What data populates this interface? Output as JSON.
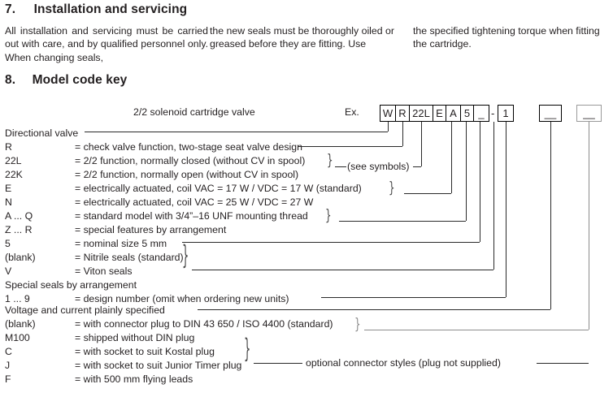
{
  "document": {
    "section7": {
      "number": "7.",
      "title": "Installation and servicing",
      "columns": [
        "All installation and servicing  must be carried out with care, and by qualified personnel only. When changing seals,",
        "the new seals must be thoroughly oiled or greased before they are fitting. Use",
        "the specified tightening torque when fitting the cartridge."
      ]
    },
    "section8": {
      "number": "8.",
      "title": "Model code key",
      "product_label": "2/2 solenoid cartridge valve",
      "example_label": "Ex.",
      "code_boxes": [
        {
          "value": "W",
          "style": "black"
        },
        {
          "value": "R",
          "style": "black"
        },
        {
          "value": "22L",
          "style": "black"
        },
        {
          "value": "E",
          "style": "black"
        },
        {
          "value": "A",
          "style": "black"
        },
        {
          "value": "5",
          "style": "black"
        },
        {
          "value": "_",
          "style": "black"
        },
        {
          "value": "1",
          "style": "black"
        },
        {
          "value": "__",
          "style": "black"
        },
        {
          "value": "__",
          "style": "gray"
        }
      ],
      "separator": "-",
      "rows": [
        {
          "code": "Directional valve",
          "desc": "",
          "full": true
        },
        {
          "code": "R",
          "desc": "= check valve function, two-stage seat valve design"
        },
        {
          "code": "22L",
          "desc": "= 2/2 function, normally closed (without CV in spool)"
        },
        {
          "code": "22K",
          "desc": "= 2/2 function, normally open   (without CV in spool)"
        },
        {
          "code": "E",
          "desc": "= electrically actuated, coil VAC = 17 W  /  VDC = 17 W (standard)"
        },
        {
          "code": "N",
          "desc": "= electrically actuated, coil VAC = 25 W  /  VDC = 27 W"
        },
        {
          "code": "A ... Q",
          "desc": "= standard model with 3/4”–16 UNF mounting thread"
        },
        {
          "code": "Z ... R",
          "desc": "= special features by arrangement"
        },
        {
          "code": "5",
          "desc": "= nominal size 5 mm"
        },
        {
          "code": "(blank)",
          "desc": "= Nitrile seals (standard)"
        },
        {
          "code": "V",
          "desc": "= Viton seals"
        },
        {
          "code": "Special seals by arrangement",
          "desc": "",
          "full": true
        },
        {
          "code": "1 ... 9",
          "desc": "= design number (omit when ordering new units)"
        },
        {
          "code": "Voltage and current plainly specified",
          "desc": "",
          "full": true
        },
        {
          "code": "(blank)",
          "desc": "= with connector plug to DIN 43 650 / ISO 4400 (standard)"
        },
        {
          "code": "M100",
          "desc": "= shipped without DIN plug"
        },
        {
          "code": "C",
          "desc": "= with socket to suit Kostal plug"
        },
        {
          "code": "J",
          "desc": "= with socket to suit Junior Timer plug"
        },
        {
          "code": "F",
          "desc": "= with 500 mm flying leads"
        }
      ],
      "annotations": {
        "see_symbols": "(see symbols)",
        "optional_connector": "optional connector styles (plug not supplied)"
      },
      "brace_glyph": "}"
    }
  },
  "colors": {
    "text": "#231f20",
    "line": "#2a2a2a",
    "line_gray": "#8c8c8c",
    "background": "#ffffff"
  }
}
